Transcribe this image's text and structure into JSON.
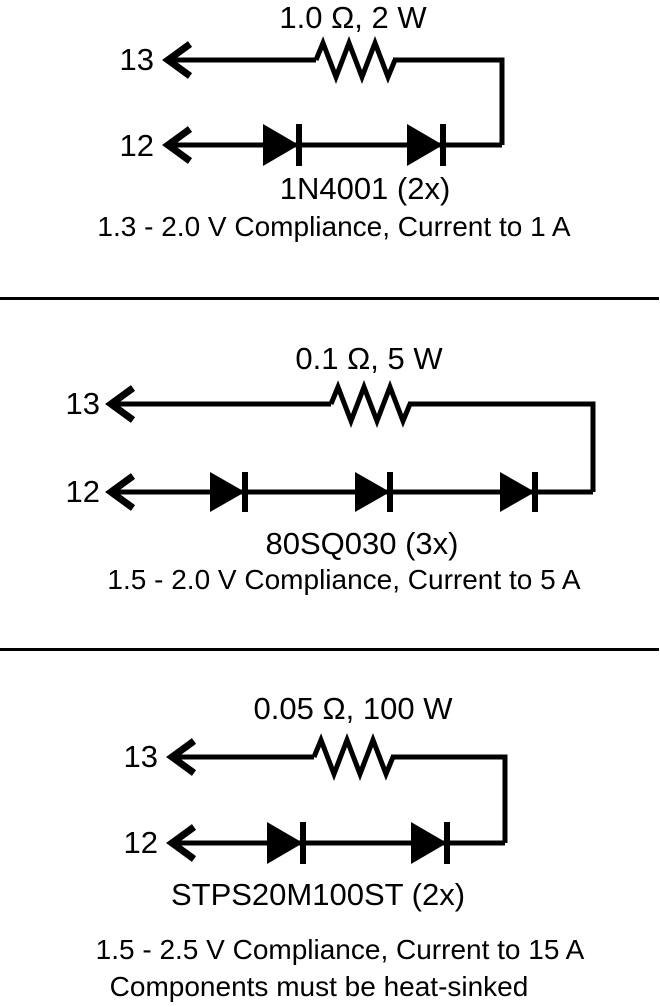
{
  "page": {
    "background": "#ffffff",
    "ink_color": "#000000"
  },
  "circuits": [
    {
      "terminal_top": "13",
      "terminal_bottom": "12",
      "resistor_label": "1.0 Ω, 2 W",
      "diode_label": "1N4001 (2x)",
      "diode_count": 2,
      "compliance": "1.3 - 2.0 V Compliance, Current to 1 A"
    },
    {
      "terminal_top": "13",
      "terminal_bottom": "12",
      "resistor_label": "0.1 Ω, 5 W",
      "diode_label": "80SQ030 (3x)",
      "diode_count": 3,
      "compliance": "1.5 - 2.0 V Compliance, Current to 5 A"
    },
    {
      "terminal_top": "13",
      "terminal_bottom": "12",
      "resistor_label": "0.05 Ω, 100 W",
      "diode_label": "STPS20M100ST (2x)",
      "diode_count": 2,
      "compliance": "1.5 - 2.5 V Compliance, Current to 15 A",
      "note": "Components must be heat-sinked"
    }
  ]
}
